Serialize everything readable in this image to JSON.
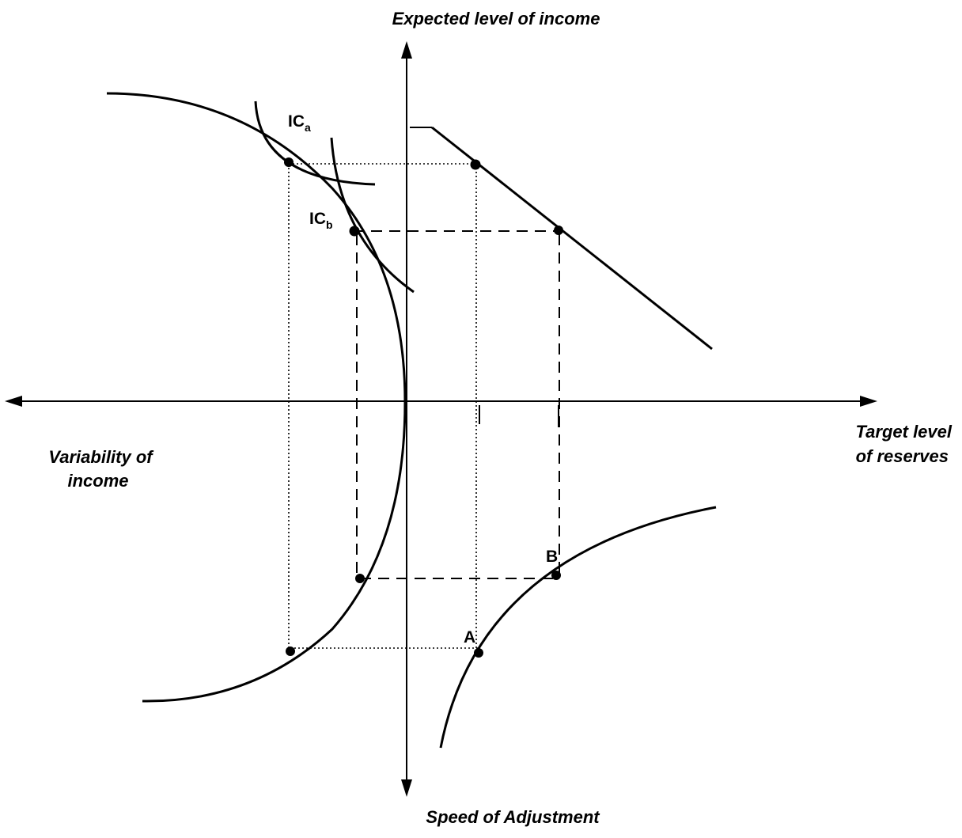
{
  "labels": {
    "y_top": "Expected level of income",
    "y_bottom": "Speed of Adjustment",
    "x_left_line1": "Variability of",
    "x_left_line2": "income",
    "x_right_line1": "Target level",
    "x_right_line2": "of reserves",
    "ic_a_main": "IC",
    "ic_a_sub": "a",
    "ic_b_main": "IC",
    "ic_b_sub": "b",
    "point_a": "A",
    "point_b": "B"
  },
  "colors": {
    "ink": "#000000",
    "background": "#ffffff"
  }
}
